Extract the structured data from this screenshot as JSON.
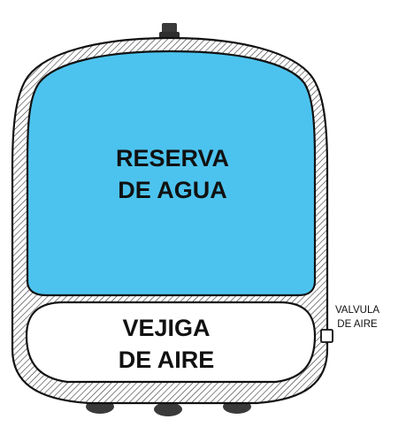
{
  "diagram": {
    "water_reservoir": {
      "line1": "RESERVA",
      "line2": "DE AGUA"
    },
    "air_bladder": {
      "line1": "VEJIGA",
      "line2": "DE AIRE"
    },
    "air_valve": {
      "line1": "VALVULA",
      "line2": "DE AIRE"
    },
    "colors": {
      "water": "#4cc3ee",
      "bladder": "#ffffff",
      "outline": "#111111",
      "hatch": "#333333",
      "fitting": "#3a3a3a"
    }
  }
}
